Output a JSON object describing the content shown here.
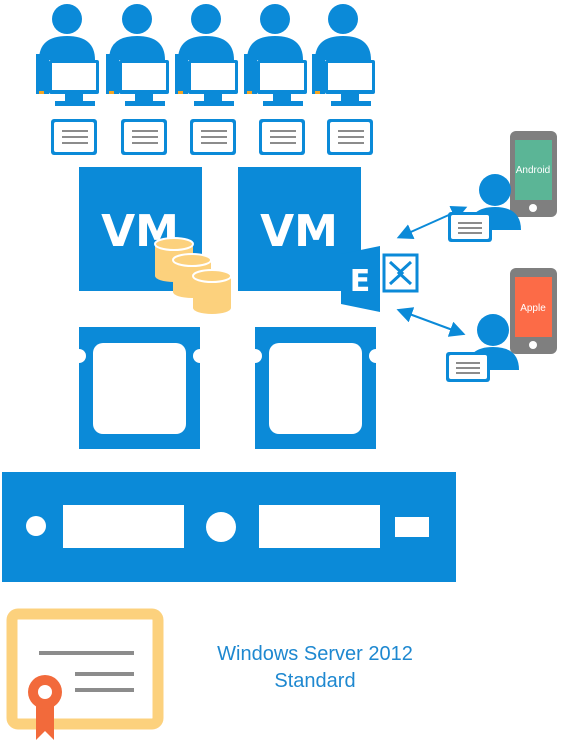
{
  "vms": [
    {
      "label": "VM"
    },
    {
      "label": "VM"
    }
  ],
  "exchange": {
    "letter": "E"
  },
  "devices": [
    {
      "os_label": "Android",
      "color": "#5bb596"
    },
    {
      "os_label": "Apple",
      "color": "#fc6b47"
    }
  ],
  "license": {
    "line1": "Windows Server 2012",
    "line2": "Standard"
  },
  "colors": {
    "primary_blue": "#0b8ad8",
    "gold": "#fcd17d",
    "badge_orange": "#f26a3b",
    "phone_gray": "#7f7f7f",
    "caption_blue": "#1e88d0"
  }
}
